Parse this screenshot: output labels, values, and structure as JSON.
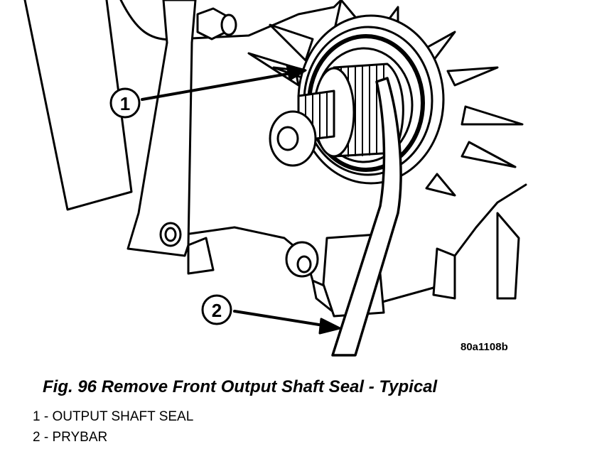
{
  "figure_code": "80a1108b",
  "caption": "Fig. 96 Remove Front Output Shaft Seal - Typical",
  "callouts": [
    {
      "number": "1",
      "label": "OUTPUT SHAFT SEAL"
    },
    {
      "number": "2",
      "label": "PRYBAR"
    }
  ],
  "legend": [
    "1 - OUTPUT SHAFT SEAL",
    "2 - PRYBAR"
  ],
  "colors": {
    "ink": "#000000",
    "paper": "#ffffff"
  }
}
